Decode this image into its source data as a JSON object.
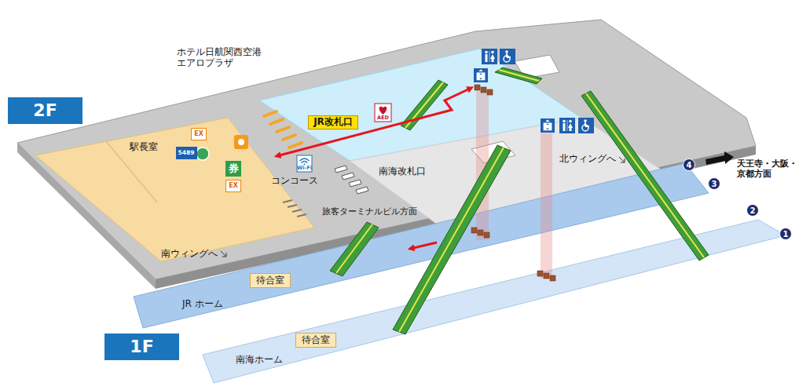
{
  "diagram": {
    "nodes": [
      {
        "text": [
          "2F"
        ]
      },
      {
        "text": [
          "JR改札口"
        ]
      },
      {
        "text": [
          "AED"
        ]
      },
      {
        "text": [
          "EX"
        ]
      },
      {
        "text": [
          "5489"
        ]
      },
      {
        "text": [
          "券"
        ]
      },
      {
        "text": [
          "EX"
        ]
      },
      {
        "text": [
          "Wi-Fi"
        ]
      },
      {
        "text": [
          "4"
        ]
      },
      {
        "text": [
          "3"
        ]
      },
      {
        "text": [
          "2"
        ]
      },
      {
        "text": [
          "1"
        ]
      },
      {
        "text": [
          "JR ホーム"
        ]
      },
      {
        "text": [
          "待合室"
        ],
        "in": 12
      },
      {
        "text": [
          "1F"
        ]
      },
      {
        "text": [
          "南海ホーム"
        ]
      },
      {
        "text": [
          "待合室"
        ],
        "in": 15
      }
    ],
    "labels": [
      "ホテル日航関西空港 エアロプラザ",
      "駅長室",
      "コンコース",
      "南海改札口",
      "北ウィングへ",
      "天王寺・大阪・ 京都方面",
      "旅客ターミナルビル方面",
      "南ウィングへ"
    ]
  }
}
